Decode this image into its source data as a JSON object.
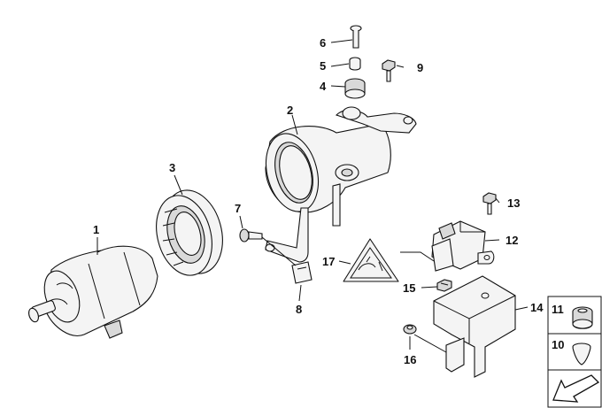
{
  "callouts": {
    "c1": "1",
    "c2": "2",
    "c3": "3",
    "c4": "4",
    "c5": "5",
    "c6": "6",
    "c7": "7",
    "c8": "8",
    "c9": "9",
    "c10": "10",
    "c11": "11",
    "c12": "12",
    "c13": "13",
    "c14": "14",
    "c15": "15",
    "c16": "16",
    "c17": "17"
  },
  "legend": {
    "item_11": "11",
    "item_10": "10"
  },
  "icons": {
    "nav_arrow": "arrow-down-left-icon",
    "warning": "electric-warning-triangle-icon"
  },
  "colors": {
    "line": "#111111",
    "fill": "#f4f4f4",
    "shade": "#d9d9d9"
  }
}
